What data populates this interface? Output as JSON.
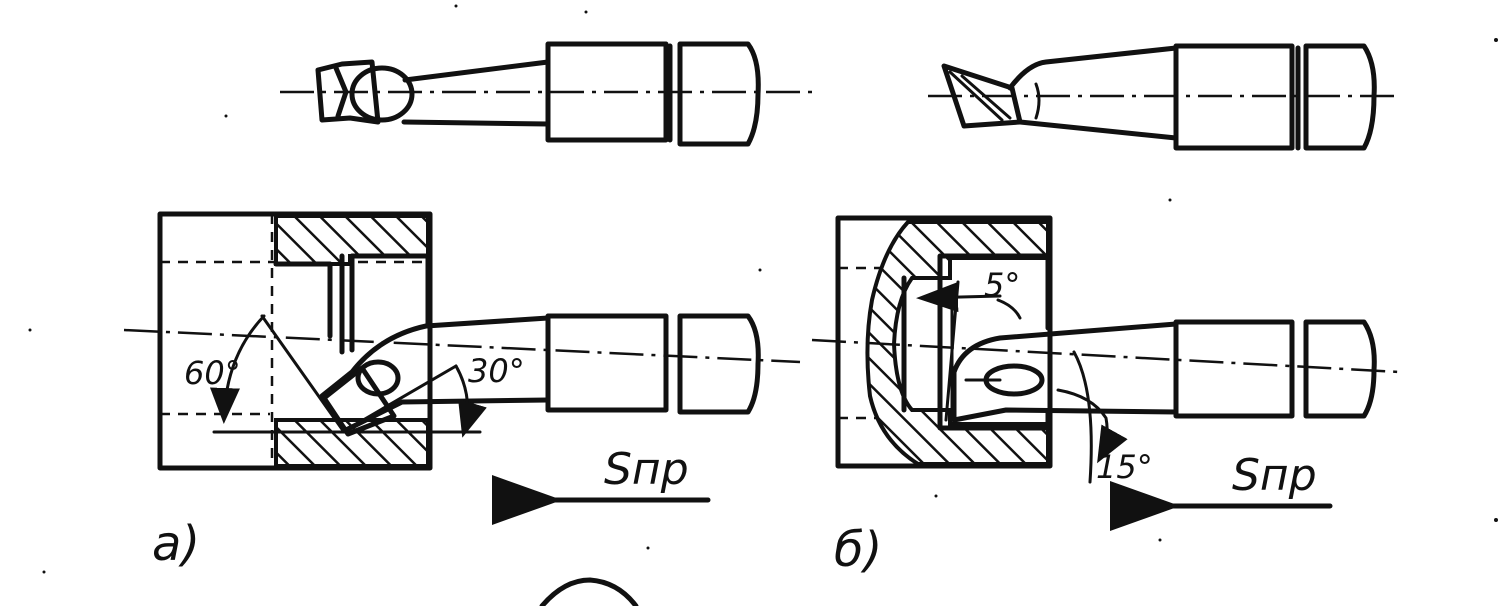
{
  "figure_a": {
    "angle_upper": "60°",
    "angle_lower": "30°",
    "feed_label": "Sпр",
    "label": "а)"
  },
  "figure_b": {
    "angle_upper": "5°",
    "angle_lower": "15°",
    "feed_label": "Sпр",
    "label": "б)"
  },
  "colors": {
    "ink": "#111111",
    "paper": "#ffffff"
  }
}
